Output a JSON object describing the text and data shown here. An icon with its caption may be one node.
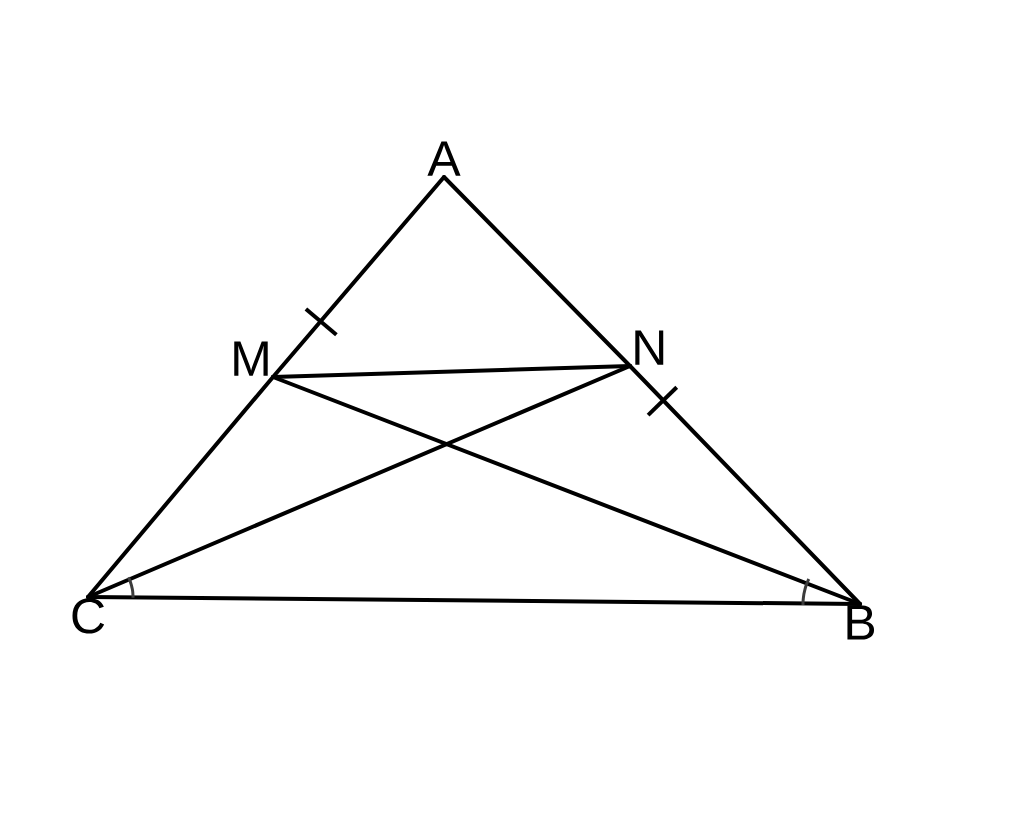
{
  "diagram": {
    "nodes": [
      {
        "text": [
          "A"
        ]
      },
      {
        "text": [
          "M"
        ]
      },
      {
        "text": [
          "N"
        ]
      },
      {
        "text": [
          "C"
        ]
      },
      {
        "text": [
          "B"
        ]
      }
    ],
    "edges": [
      {
        "from": 0,
        "to": 1,
        "arrow": "none"
      },
      {
        "from": 1,
        "to": 3,
        "arrow": "none"
      },
      {
        "from": 0,
        "to": 2,
        "arrow": "none"
      },
      {
        "from": 2,
        "to": 4,
        "arrow": "none"
      },
      {
        "from": 3,
        "to": 4,
        "arrow": "none"
      },
      {
        "from": 1,
        "to": 2,
        "arrow": "none"
      },
      {
        "from": 1,
        "to": 4,
        "arrow": "none"
      },
      {
        "from": 3,
        "to": 2,
        "arrow": "none"
      }
    ]
  }
}
